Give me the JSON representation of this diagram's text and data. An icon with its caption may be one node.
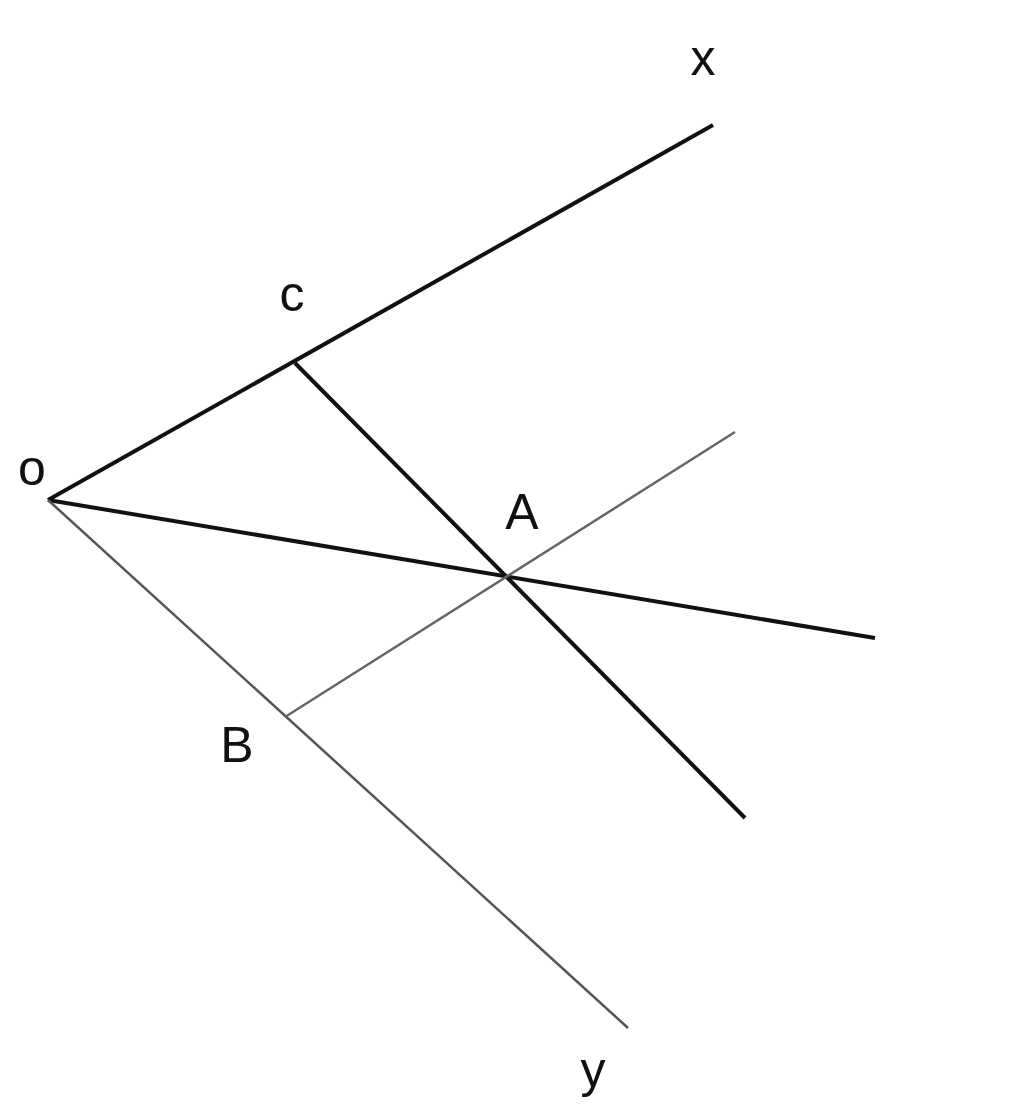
{
  "diagram": {
    "labels": [
      "x",
      "c",
      "o",
      "A",
      "B",
      "y"
    ]
  }
}
